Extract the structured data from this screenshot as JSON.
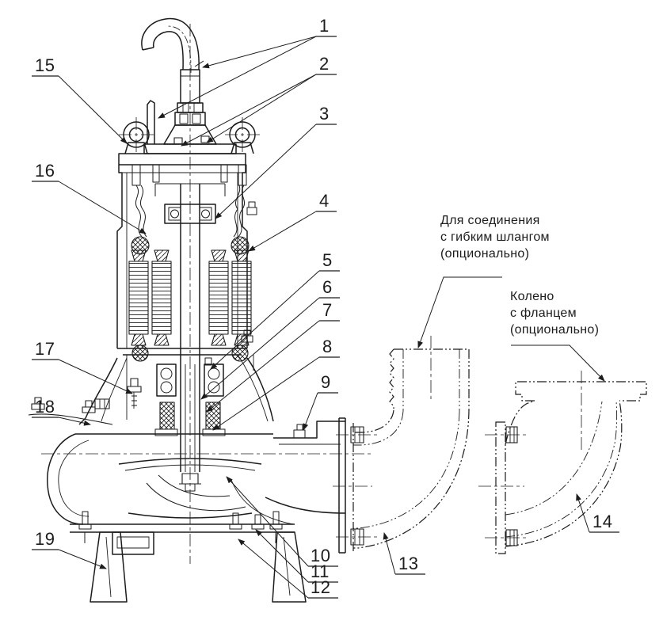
{
  "diagram_title": "",
  "callouts": [
    {
      "n": "1"
    },
    {
      "n": "2"
    },
    {
      "n": "3"
    },
    {
      "n": "4"
    },
    {
      "n": "5"
    },
    {
      "n": "6"
    },
    {
      "n": "7"
    },
    {
      "n": "8"
    },
    {
      "n": "9"
    },
    {
      "n": "10"
    },
    {
      "n": "11"
    },
    {
      "n": "12"
    },
    {
      "n": "13"
    },
    {
      "n": "14"
    },
    {
      "n": "15"
    },
    {
      "n": "16"
    },
    {
      "n": "17"
    },
    {
      "n": "18"
    },
    {
      "n": "19"
    }
  ],
  "notes": {
    "hose_note": [
      "Для соединения",
      "с гибким шлангом",
      "(опционально)"
    ],
    "elbow_note": [
      "Колено",
      "с фланцем",
      "(опционально)"
    ]
  },
  "colors": {
    "line": "#1c1c1c",
    "background": "#ffffff"
  }
}
